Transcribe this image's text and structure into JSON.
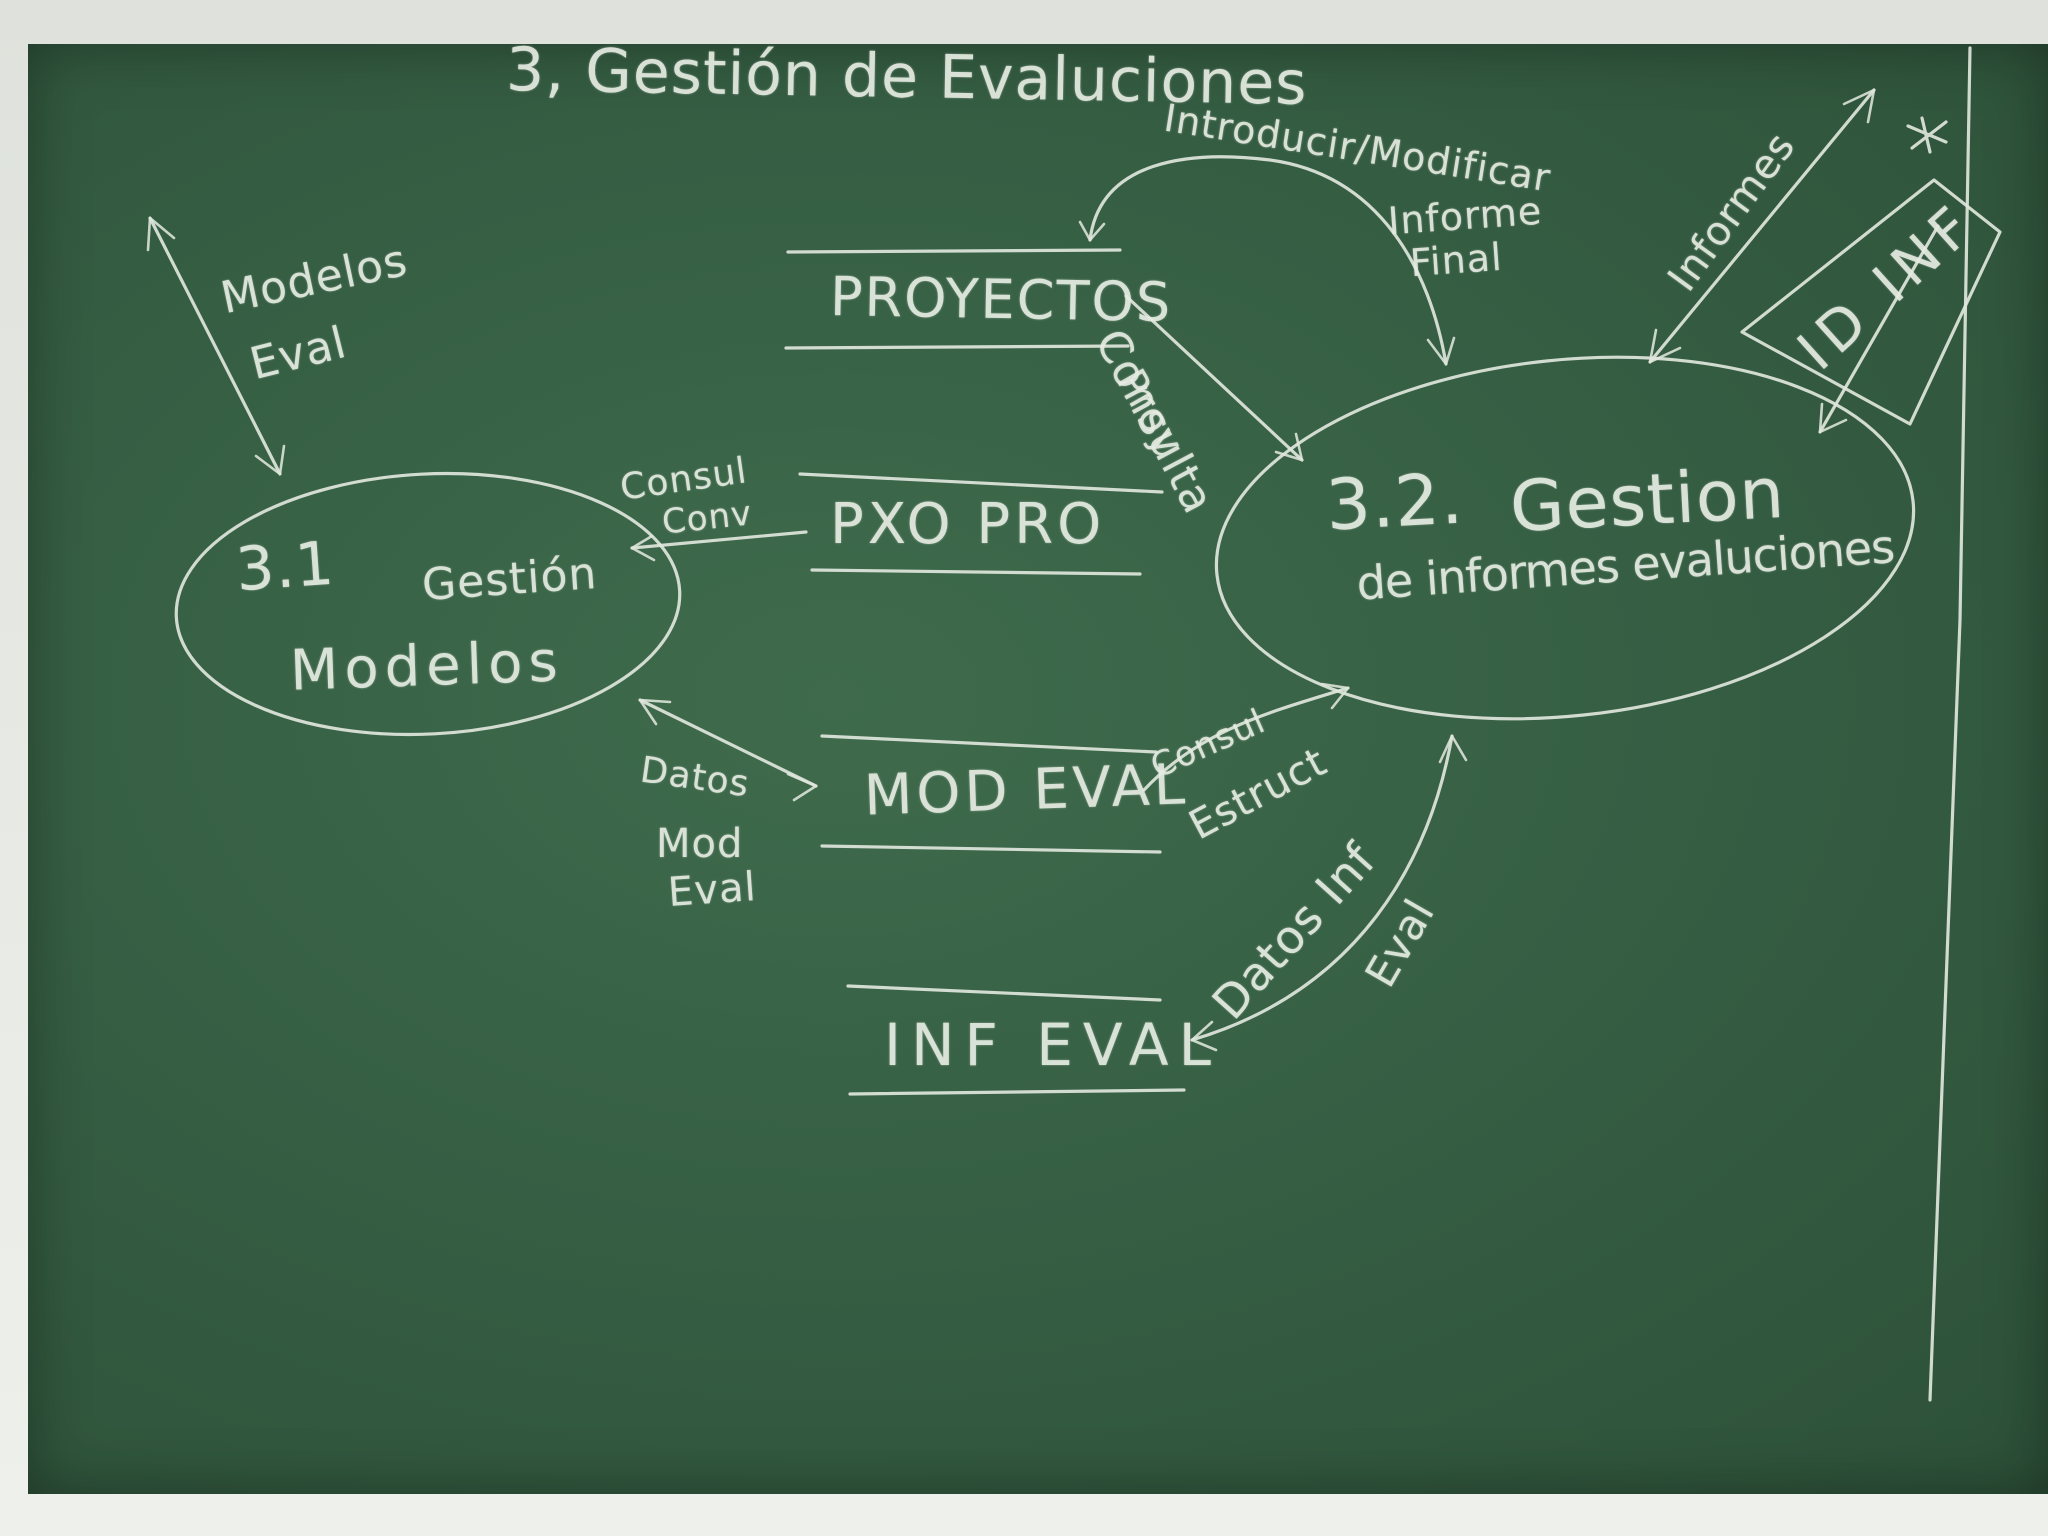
{
  "title": "3, Gestión de Evaluciones",
  "processes": {
    "p31_number": "3.1",
    "p31_name_1": "Gestión",
    "p31_name_2": "Modelos",
    "p32_number": "3.2.",
    "p32_name_1": "Gestion",
    "p32_name_2": "de informes evaluciones"
  },
  "stores": {
    "proyectos": "PROYECTOS",
    "pxo_pro": "PXO PRO",
    "mod_eval": "MOD EVAL",
    "inf_eval": "INF EVAL"
  },
  "external": {
    "id_inf": "ID INF"
  },
  "flows": {
    "modelos_eval_1": "Modelos",
    "modelos_eval_2": "Eval",
    "consul_conv_1": "Consul",
    "consul_conv_2": "Conv",
    "introducir_1": "Introducir/Modificar",
    "introducir_2": "Informe",
    "introducir_3": "Final",
    "consulta_proy_1": "Consulta",
    "consulta_proy_2": "Proy",
    "informes": "Informes",
    "datos_mod_eval_1": "Datos",
    "datos_mod_eval_2": "Mod",
    "datos_mod_eval_3": "Eval",
    "consul_estruct_1": "Consul",
    "consul_estruct_2": "Estruct",
    "datos_inf_eval_1": "Datos Inf",
    "datos_inf_eval_2": "Eval",
    "star": "*"
  }
}
